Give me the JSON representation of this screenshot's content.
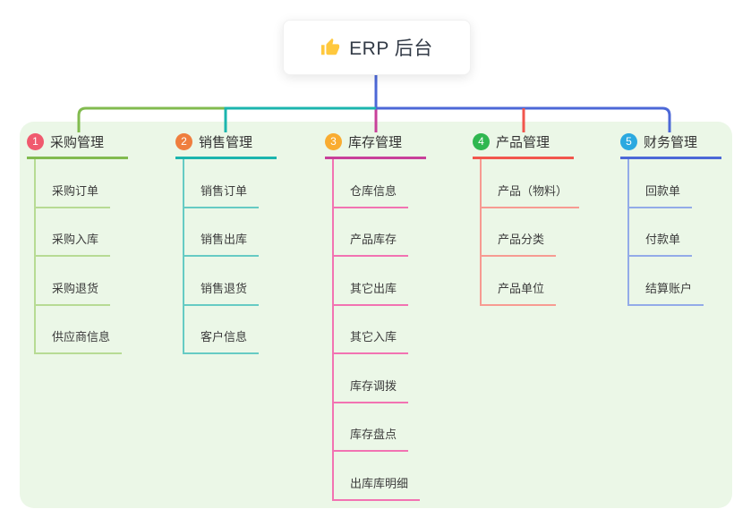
{
  "root": {
    "label": "ERP 后台",
    "icon": "thumbs-up-icon",
    "icon_color": "#FFC83D"
  },
  "panel_color": "#EBF7E7",
  "connector": {
    "root_color": "#4C68D7"
  },
  "branches": [
    {
      "badge": "1",
      "label": "采购管理",
      "badge_color": "#F05A6E",
      "line_color": "#82BB4F",
      "child_line_color": "#B7DB94",
      "children": [
        "采购订单",
        "采购入库",
        "采购退货",
        "供应商信息"
      ]
    },
    {
      "badge": "2",
      "label": "销售管理",
      "badge_color": "#EF7E3E",
      "line_color": "#1BB5AE",
      "child_line_color": "#66CBC4",
      "children": [
        "销售订单",
        "销售出库",
        "销售退货",
        "客户信息"
      ]
    },
    {
      "badge": "3",
      "label": "库存管理",
      "badge_color": "#F9AC31",
      "line_color": "#C8409A",
      "child_line_color": "#F273B2",
      "children": [
        "仓库信息",
        "产品库存",
        "其它出库",
        "其它入库",
        "库存调拨",
        "库存盘点",
        "出库库明细"
      ]
    },
    {
      "badge": "4",
      "label": "产品管理",
      "badge_color": "#2FB750",
      "line_color": "#F2564D",
      "child_line_color": "#F79B92",
      "children": [
        "产品（物料）",
        "产品分类",
        "产品单位"
      ]
    },
    {
      "badge": "5",
      "label": "财务管理",
      "badge_color": "#2BA9E0",
      "line_color": "#4C68D7",
      "child_line_color": "#93ABE8",
      "children": [
        "回款单",
        "付款单",
        "结算账户"
      ]
    }
  ]
}
